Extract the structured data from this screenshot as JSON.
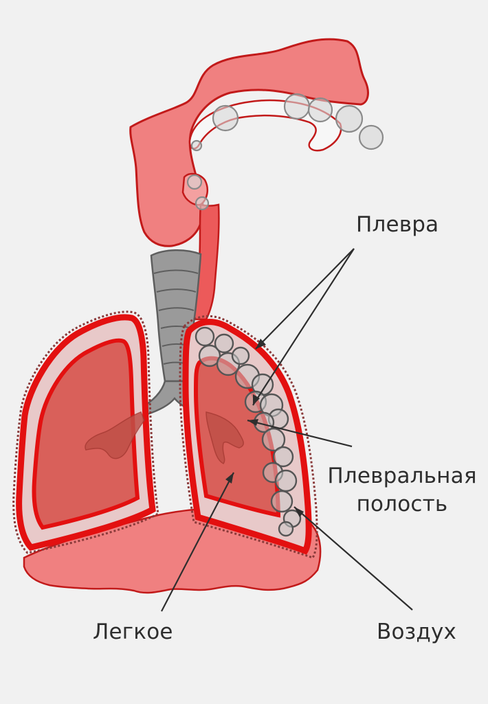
{
  "labels": {
    "pleura": "Плевра",
    "pleural_cavity_line1": "Плевральная",
    "pleural_cavity_line2": "полость",
    "lung": "Легкое",
    "air": "Воздух"
  },
  "colors": {
    "background": "#f1f1f1",
    "airway_fill": "#f08080",
    "lung_fill": "#d9605a",
    "pleura_red": "#e31010",
    "trachea_gray": "#9a9a9a",
    "label_text": "#2e2e2e"
  }
}
